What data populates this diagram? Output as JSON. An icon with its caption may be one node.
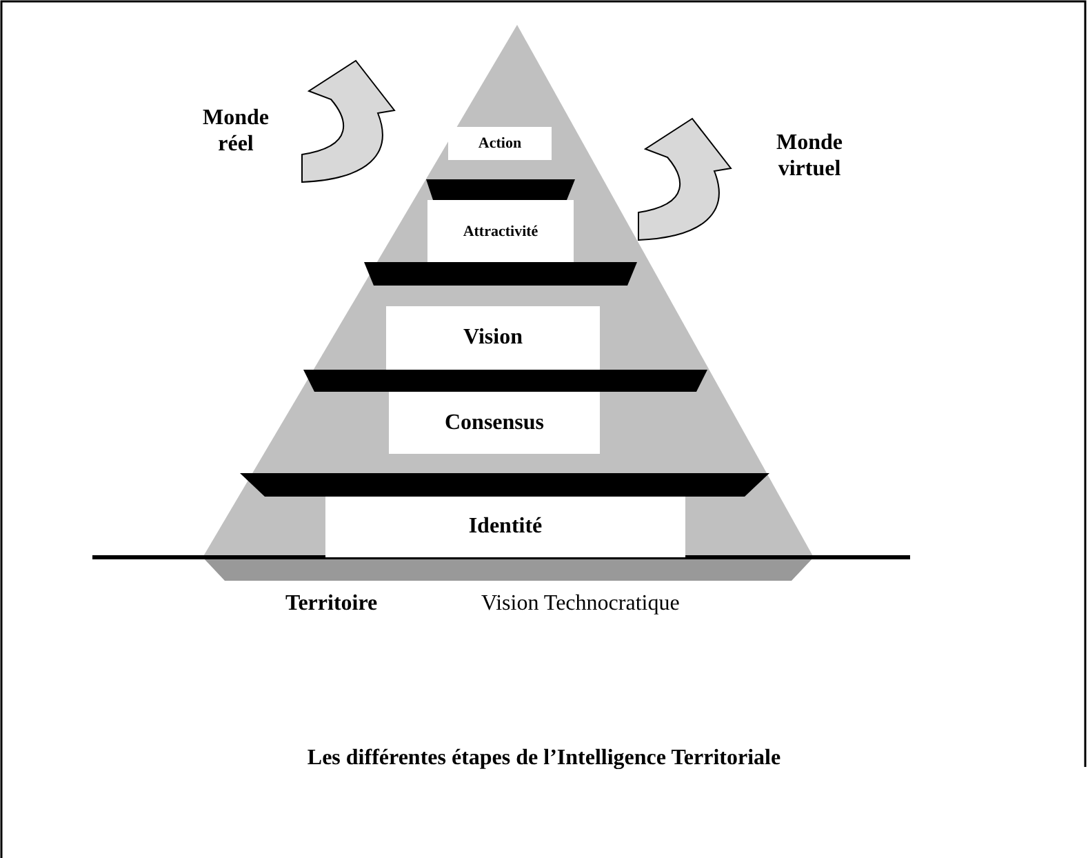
{
  "diagram": {
    "caption": "Les différentes étapes de l’Intelligence Territoriale",
    "nodes": [
      {
        "text": [
          "Action"
        ]
      },
      {
        "text": [
          "Attractivité"
        ]
      },
      {
        "text": [
          "Vision"
        ]
      },
      {
        "text": [
          "Consensus"
        ]
      },
      {
        "text": [
          "Identité"
        ]
      }
    ],
    "labels": [
      "Monde réel",
      "Monde virtuel",
      "Territoire",
      "Vision Technocratique"
    ]
  }
}
